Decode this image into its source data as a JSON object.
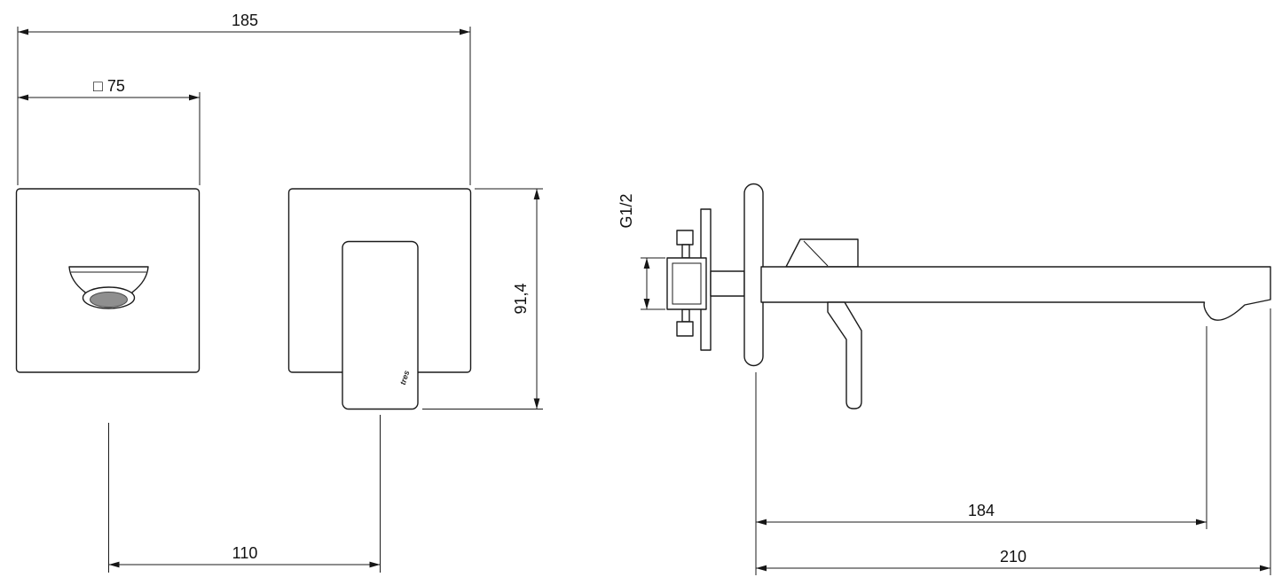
{
  "drawing": {
    "type": "technical-dimension-drawing",
    "subject": "wall-mounted-basin-mixer",
    "front_view": {
      "dim_total_width": "185",
      "dim_plate_size": "□ 75",
      "dim_height": "91,4",
      "dim_center_distance": "110"
    },
    "side_view": {
      "thread_label": "G1/2",
      "dim_spout_aerator": "184",
      "dim_spout_total": "210"
    },
    "brand_mark": "tres",
    "colors": {
      "line": "#1b1b1b",
      "background": "#ffffff",
      "aerator": "#8f8f8f"
    }
  }
}
